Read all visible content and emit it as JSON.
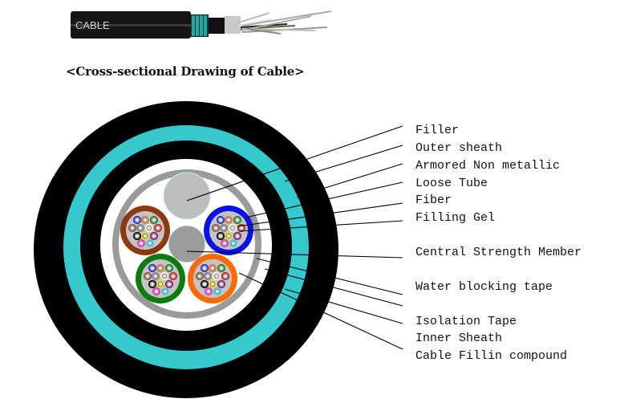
{
  "photo": {
    "print_text": "CABLE",
    "colors": {
      "jacket": "#111111",
      "armor_tape": "#2aa6a0",
      "tape_silver": "#c8c8c8"
    }
  },
  "title": "<Cross-sectional Drawing of Cable>",
  "cross_section": {
    "colors": {
      "outer_sheath": "#000000",
      "armor": "#35c8cc",
      "inner_sheath": "#000000",
      "fill_compound": "#ffffff",
      "water_blocking_tape": "#9a9a9a",
      "filler": "#bdbdbd",
      "central_strength_member": "#9c9c9c",
      "gel": "#c4c4c4"
    },
    "loose_tubes": [
      {
        "name": "brown-tube",
        "color": "#8b3a0e"
      },
      {
        "name": "blue-tube",
        "color": "#0a12e6"
      },
      {
        "name": "green-tube",
        "color": "#0e7a12"
      },
      {
        "name": "orange-tube",
        "color": "#ff6a00"
      }
    ],
    "fiber_colors": [
      "#2a2ae0",
      "#f07a2a",
      "#1e8a1e",
      "#9a5a3a",
      "#8a8a8a",
      "#ffffff",
      "#e01e1e",
      "#000000",
      "#f0e000",
      "#8a1e8a",
      "#ff30d0",
      "#30e0e8"
    ]
  },
  "labels": [
    {
      "id": "filler",
      "text": "Filler"
    },
    {
      "id": "outer-sheath",
      "text": "Outer sheath"
    },
    {
      "id": "armored-non-metallic",
      "text": "Armored Non metallic"
    },
    {
      "id": "loose-tube",
      "text": "Loose Tube"
    },
    {
      "id": "fiber",
      "text": "Fiber"
    },
    {
      "id": "filling-gel",
      "text": "Filling Gel"
    },
    {
      "id": "central-strength-member",
      "text": "Central Strength Member"
    },
    {
      "id": "water-blocking-tape",
      "text": "Water blocking tape"
    },
    {
      "id": "isolation-tape",
      "text": "Isolation Tape"
    },
    {
      "id": "inner-sheath",
      "text": "Inner Sheath"
    },
    {
      "id": "cable-fillin-compound",
      "text": "Cable Fillin compound"
    }
  ]
}
